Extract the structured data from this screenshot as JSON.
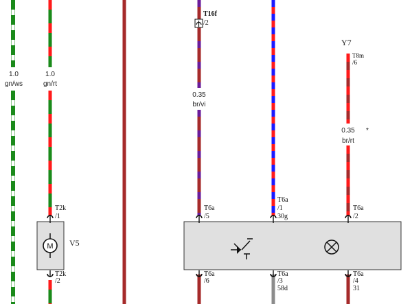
{
  "colors": {
    "green": "#1a8a1a",
    "white": "#ffffff",
    "red": "#ff1a1a",
    "brown": "#a52a2a",
    "violet": "#6a1b9a",
    "blue": "#1a1aff",
    "grey": "#8c8c8c",
    "component_fill": "#e0e0e0"
  },
  "wires": {
    "w1": {
      "size": "1.0",
      "code": "gn/ws"
    },
    "w2": {
      "size": "1.0",
      "code": "gn/rt"
    },
    "w4": {
      "size": "0.35",
      "code": "br/vi"
    },
    "w6": {
      "size": "0.35",
      "code": "br/rt"
    }
  },
  "connectors": {
    "t16f": {
      "name": "T16f",
      "pin": "/2"
    },
    "t8m": {
      "name": "T8m",
      "pin": "/6"
    },
    "t2k_top": {
      "name": "T2k",
      "pin": "/1"
    },
    "t2k_bottom": {
      "name": "T2k",
      "pin": "/2"
    },
    "t6a_in_1": {
      "name": "T6a",
      "pin": "/5"
    },
    "t6a_in_2": {
      "name": "T6a",
      "pin": "/1",
      "extra": "30g"
    },
    "t6a_in_3": {
      "name": "T6a",
      "pin": "/2"
    },
    "t6a_out_1": {
      "name": "T6a",
      "pin": "/6"
    },
    "t6a_out_2": {
      "name": "T6a",
      "pin": "/3",
      "extra": "58d"
    },
    "t6a_out_3": {
      "name": "T6a",
      "pin": "/4",
      "extra": "31"
    }
  },
  "components": {
    "motor": {
      "designator": "V5",
      "symbol": "M",
      "icon": "motor-icon"
    },
    "bulb": {
      "designator": "Y7",
      "icon": "bulb-icon"
    },
    "switch_unit": {
      "icon": "switch-icon",
      "lamp_icon": "lamp-icon"
    }
  },
  "marks": {
    "asterisk": "*"
  }
}
